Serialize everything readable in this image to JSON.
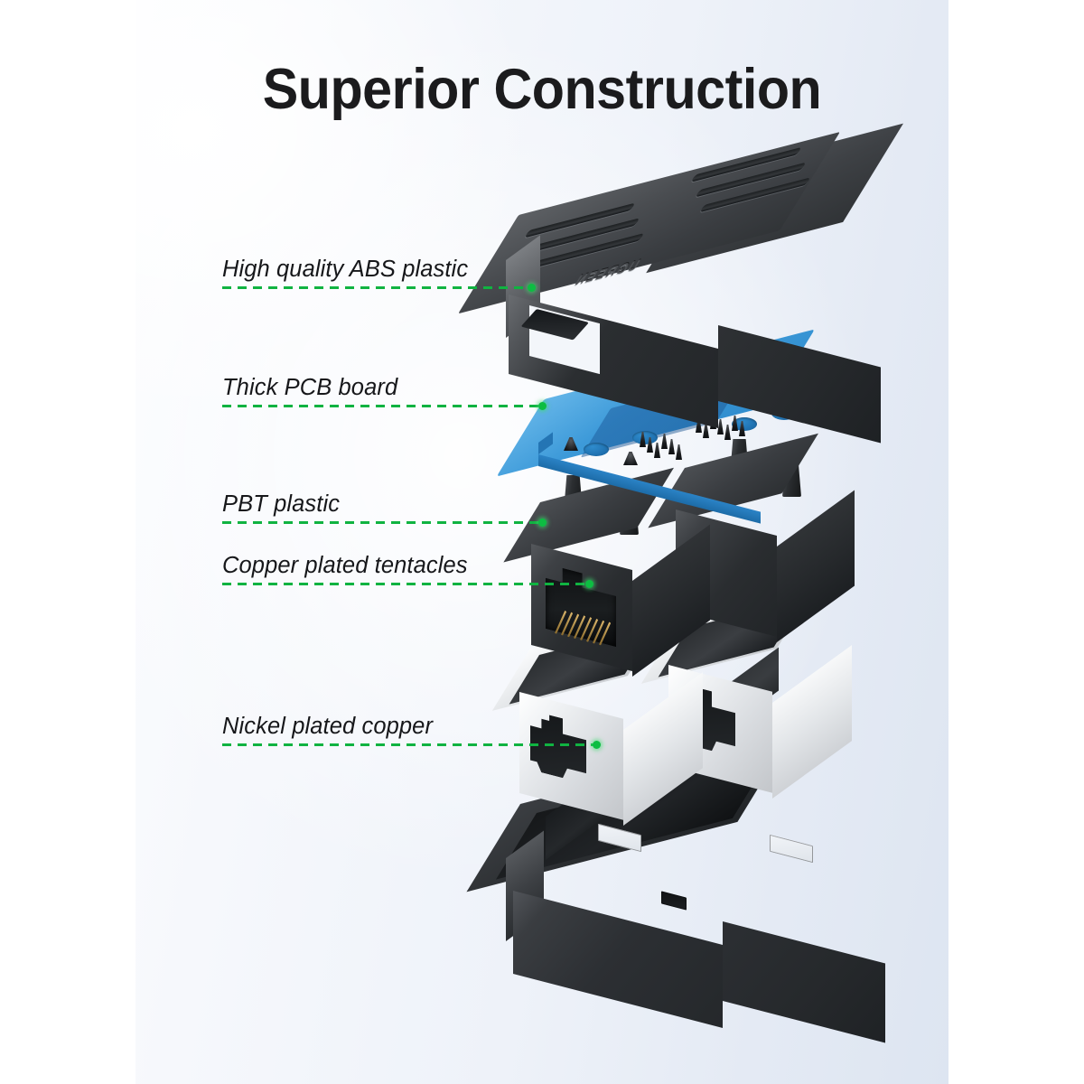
{
  "page": {
    "title": "Superior Construction",
    "background_color": "#ffffff",
    "panel_color": "#e4eaf4",
    "accent_color": "#10b341",
    "title_color": "#1b1b1d"
  },
  "callouts": [
    {
      "id": "abs-plastic",
      "label": "High quality ABS plastic",
      "target_part": "top-shell",
      "line_color": "#10b341",
      "dot_color": "#0dbd42"
    },
    {
      "id": "pcb-board",
      "label": "Thick PCB board",
      "target_part": "pcb-board",
      "line_color": "#10b341",
      "dot_color": "#0dbd42"
    },
    {
      "id": "pbt-plastic",
      "label": "PBT plastic",
      "target_part": "jack-housing",
      "line_color": "#10b341",
      "dot_color": "#0dbd42"
    },
    {
      "id": "copper-tentacles",
      "label": "Copper plated tentacles",
      "target_part": "jack-contacts",
      "line_color": "#10b341",
      "dot_color": "#0dbd42"
    },
    {
      "id": "nickel-copper",
      "label": "Nickel plated copper",
      "target_part": "metal-shield",
      "line_color": "#10b341",
      "dot_color": "#0dbd42"
    }
  ],
  "exploded_parts": [
    {
      "id": "top-shell",
      "name": "Top housing shell",
      "material": "ABS plastic",
      "color": "#3a3d41",
      "brand_text": "UGREEN",
      "feature": "ventilation louvers"
    },
    {
      "id": "pcb-board",
      "name": "Printed circuit board",
      "material": "Thick PCB",
      "color": "#3d9ad9",
      "feature": "solder pins and pads"
    },
    {
      "id": "jack-module-left",
      "name": "RJ45 jack module",
      "material": "PBT plastic",
      "color": "#2d3033",
      "feature": "copper plated tentacles"
    },
    {
      "id": "jack-module-right",
      "name": "RJ45 jack module",
      "material": "PBT plastic",
      "color": "#2d3033",
      "feature": "mounting posts"
    },
    {
      "id": "shield-left",
      "name": "Shielding can",
      "material": "Nickel plated copper",
      "color": "#dfe2e5",
      "feature": "RJ45 port cutout"
    },
    {
      "id": "shield-right",
      "name": "Shielding can",
      "material": "Nickel plated copper",
      "color": "#dfe2e5",
      "feature": "RJ45 port cutout"
    },
    {
      "id": "base-housing",
      "name": "Bottom housing tray",
      "material": "ABS plastic",
      "color": "#2c2f33",
      "feature": "snap-fit windows"
    }
  ]
}
